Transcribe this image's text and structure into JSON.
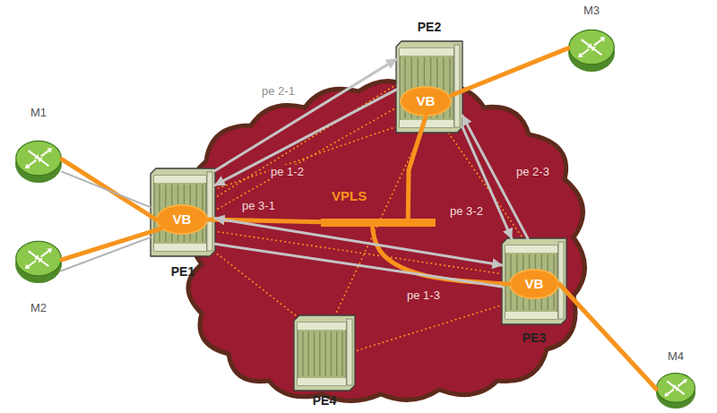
{
  "diagram": {
    "nodes": [
      {
        "text": [
          "M1"
        ]
      },
      {
        "text": [
          "M2"
        ]
      },
      {
        "text": [
          "PE1"
        ]
      },
      {
        "text": [
          "VB"
        ],
        "in": 2
      },
      {
        "text": [
          "PE2"
        ]
      },
      {
        "text": [
          "VB"
        ],
        "in": 4
      },
      {
        "text": [
          "M3"
        ]
      },
      {
        "text": [
          "VPLS"
        ]
      },
      {
        "text": [
          "PE3"
        ]
      },
      {
        "text": [
          "VB"
        ],
        "in": 8
      },
      {
        "text": [
          "PE4"
        ]
      },
      {
        "text": [
          "M4"
        ]
      }
    ],
    "edges": [
      {
        "from": 0,
        "to": 3,
        "arrow": "none"
      },
      {
        "from": 1,
        "to": 3,
        "arrow": "none"
      },
      {
        "from": 0,
        "to": 2,
        "arrow": "none"
      },
      {
        "from": 1,
        "to": 2,
        "arrow": "none"
      },
      {
        "from": 3,
        "to": 7,
        "arrow": "none"
      },
      {
        "from": 5,
        "to": 7,
        "arrow": "none"
      },
      {
        "from": 9,
        "to": 7,
        "arrow": "none"
      },
      {
        "from": 5,
        "to": 6,
        "arrow": "none"
      },
      {
        "from": 9,
        "to": 11,
        "arrow": "none"
      },
      {
        "from": 2,
        "to": 4,
        "arrow": "to",
        "label": "pe 2-1"
      },
      {
        "from": 4,
        "to": 2,
        "arrow": "to",
        "label": "pe 1-2"
      },
      {
        "from": 8,
        "to": 4,
        "arrow": "to",
        "label": "pe 2-3"
      },
      {
        "from": 4,
        "to": 8,
        "arrow": "to",
        "label": "pe 3-2"
      },
      {
        "from": 2,
        "to": 8,
        "arrow": "both",
        "label": "pe 3-1"
      },
      {
        "from": 2,
        "to": 8,
        "arrow": "none",
        "label": "pe 1-3"
      }
    ]
  }
}
